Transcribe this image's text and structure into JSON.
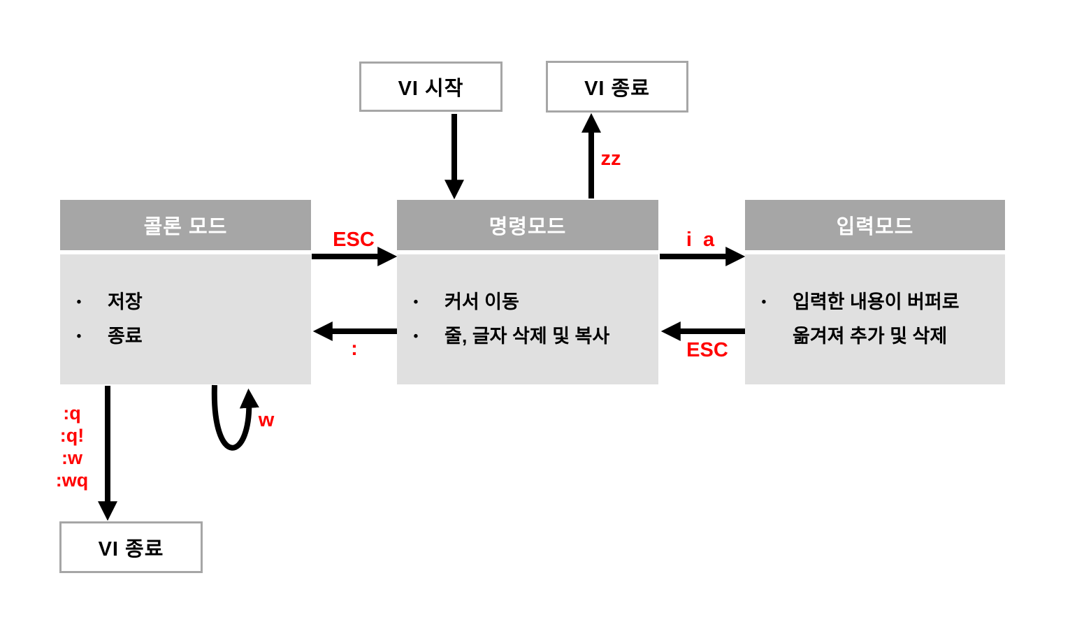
{
  "colors": {
    "header_bg": "#a6a6a6",
    "body_bg": "#e0e0e0",
    "box_border": "#a6a6a6",
    "arrow": "#000000",
    "accent_red": "#ff0000"
  },
  "nodes": {
    "vi_start": {
      "label": "VI 시작"
    },
    "vi_exit_top": {
      "label": "VI 종료"
    },
    "vi_exit_bottom": {
      "label": "VI 종료"
    },
    "colon_mode": {
      "title": "콜론 모드",
      "bullets": [
        "저장",
        "종료"
      ]
    },
    "command_mode": {
      "title": "명령모드",
      "bullets": [
        "커서 이동",
        "줄, 글자 삭제 및 복사"
      ]
    },
    "input_mode": {
      "title": "입력모드",
      "bullets": [
        "입력한 내용이 버퍼로\n옮겨져 추가 및 삭제"
      ]
    }
  },
  "edge_labels": {
    "command_to_exit": "zz",
    "colon_to_command": "ESC",
    "command_to_colon": ":",
    "command_to_input": "i  a",
    "input_to_command": "ESC",
    "colon_self_loop": "w",
    "colon_to_exit": ":q\n:q!\n:w\n:wq"
  }
}
